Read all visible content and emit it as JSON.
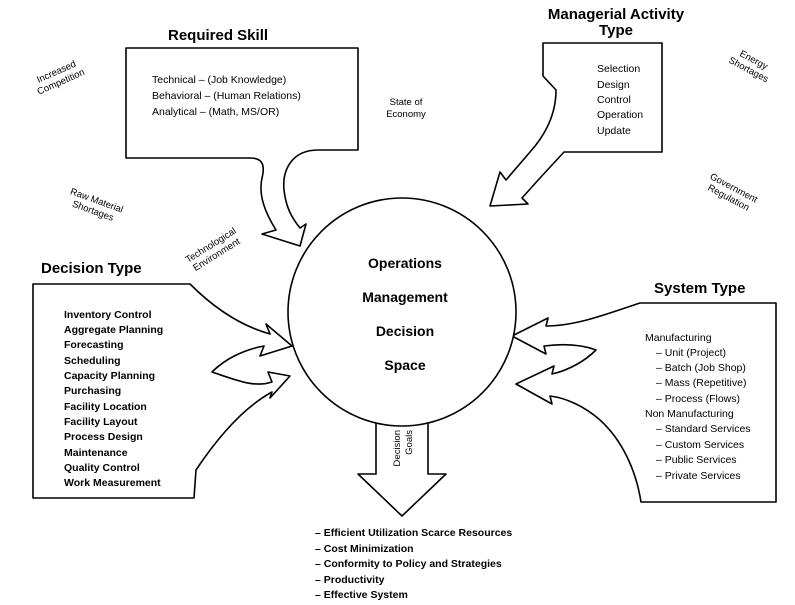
{
  "center": {
    "lines": [
      "Operations",
      "Management",
      "Decision",
      "Space"
    ]
  },
  "required_skill": {
    "title": "Required Skill",
    "items": [
      "Technical – (Job Knowledge)",
      "Behavioral – (Human Relations)",
      "Analytical – (Math, MS/OR)"
    ]
  },
  "managerial_activity": {
    "title_line1": "Managerial Activity",
    "title_line2": "Type",
    "items": [
      "Selection",
      "Design",
      "Control",
      "Operation",
      "Update"
    ]
  },
  "decision_type": {
    "title": "Decision Type",
    "items": [
      "Inventory Control",
      "Aggregate Planning",
      "Forecasting",
      "Scheduling",
      "Capacity Planning",
      "Purchasing",
      "Facility Location",
      "Facility Layout",
      "Process Design",
      "Maintenance",
      "Quality Control",
      "Work Measurement"
    ]
  },
  "system_type": {
    "title": "System Type",
    "items": [
      "Manufacturing",
      "– Unit (Project)",
      "– Batch (Job Shop)",
      "– Mass (Repetitive)",
      "– Process (Flows)",
      "Non Manufacturing",
      "– Standard Services",
      "– Custom Services",
      "– Public Services",
      "– Private Services"
    ]
  },
  "decision_goals": {
    "arrow_label_line1": "Decision",
    "arrow_label_line2": "Goals",
    "items": [
      "– Efficient Utilization Scarce Resources",
      "– Cost Minimization",
      "– Conformity to Policy and Strategies",
      "– Productivity",
      "– Effective System"
    ]
  },
  "environment": {
    "increased_competition_1": "Increased",
    "increased_competition_2": "Competition",
    "state_of_economy_1": "State of",
    "state_of_economy_2": "Economy",
    "energy_shortages_1": "Energy",
    "energy_shortages_2": "Shortages",
    "raw_material_1": "Raw Material",
    "raw_material_2": "Shortages",
    "government_regulation_1": "Government",
    "government_regulation_2": "Regulation",
    "technological_environment_1": "Technological",
    "technological_environment_2": "Environment"
  }
}
